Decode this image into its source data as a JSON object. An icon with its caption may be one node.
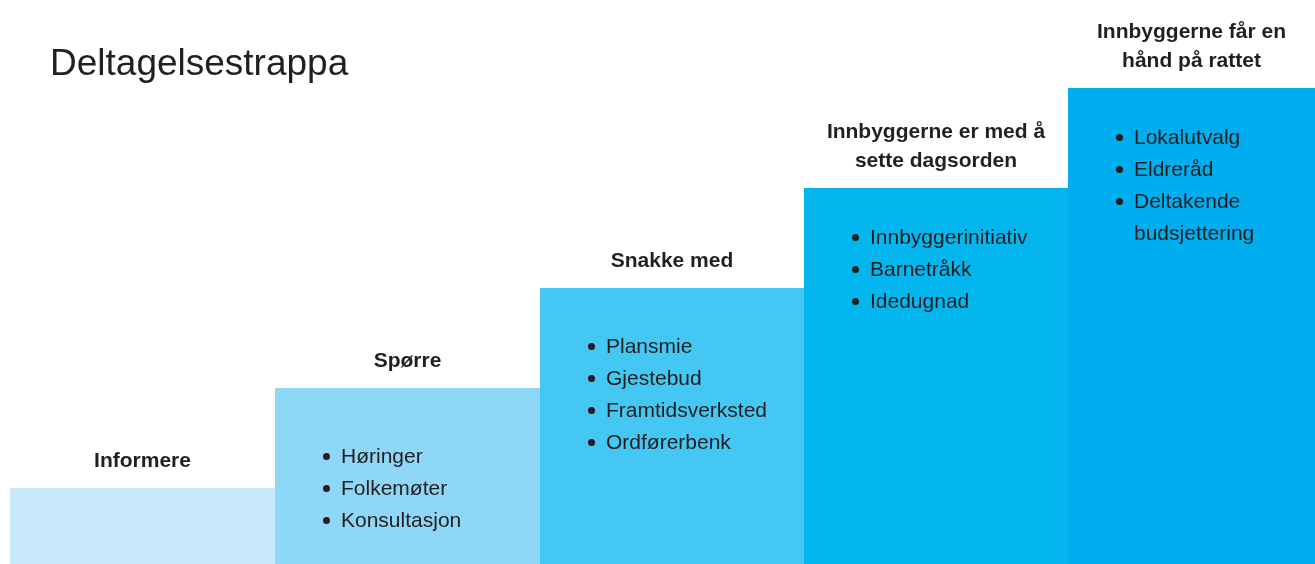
{
  "diagram": {
    "title": "Deltagelsestrappa",
    "nodes": [
      {
        "text": [
          "Informere"
        ]
      },
      {
        "text": [
          "Spørre",
          "Høringer",
          "Folkemøter",
          "Konsultasjon"
        ]
      },
      {
        "text": [
          "Snakke med",
          "Plansmie",
          "Gjestebud",
          "Framtidsverksted",
          "Ordførerbenk"
        ]
      },
      {
        "text": [
          "Innbyggerne er med å sette dagsorden",
          "Innbyggerinitiativ",
          "Barnetråkk",
          "Idedugnad"
        ]
      },
      {
        "text": [
          "Innbyggerne får en hånd på rattet",
          "Lokalutvalg",
          "Eldreråd",
          "Deltakende budsjettering"
        ]
      }
    ],
    "edges": []
  }
}
